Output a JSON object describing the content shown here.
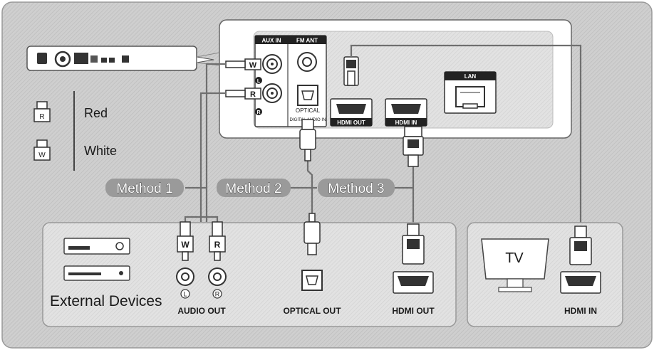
{
  "legend": {
    "red_label": "Red",
    "white_label": "White",
    "red_plug_letter": "R",
    "white_plug_letter": "W"
  },
  "methods": [
    "Method 1",
    "Method 2",
    "Method 3"
  ],
  "player": {
    "aux_in": "AUX IN",
    "fm_ant": "FM ANT",
    "optical_label": "OPTICAL",
    "optical_sub": "DIGITAL AUDIO IN",
    "hdmi_out": "HDMI OUT",
    "hdmi_in": "HDMI IN",
    "lan": "LAN",
    "jack_w": "W",
    "jack_r": "R",
    "jack_l_mark": "L",
    "jack_r_mark": "R"
  },
  "external": {
    "title": "External Devices",
    "audio_out": "AUDIO OUT",
    "optical_out": "OPTICAL OUT",
    "hdmi_out": "HDMI OUT",
    "plug_w": "W",
    "plug_r": "R",
    "jack_l": "L",
    "jack_r": "R"
  },
  "tv": {
    "label": "TV",
    "hdmi_in": "HDMI IN"
  },
  "colors": {
    "panel": "#c8c8c8",
    "inner_panel": "#d9d9d9",
    "method_pill": "#9a9a9a",
    "line": "#777777"
  }
}
